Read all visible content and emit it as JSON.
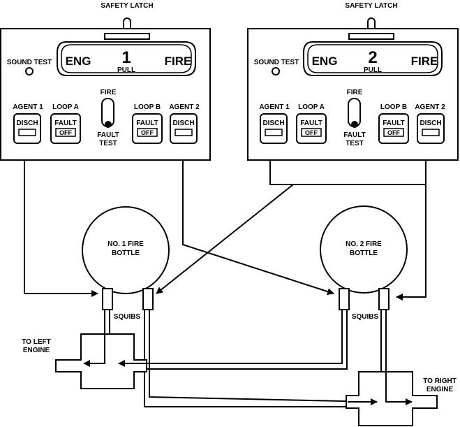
{
  "panel_1": {
    "safety_latch": "SAFETY LATCH",
    "sound_test": "SOUND TEST",
    "handle_left": "ENG",
    "handle_number": "1",
    "handle_right": "FIRE",
    "handle_pull": "PULL",
    "agent_1": "AGENT 1",
    "loop_a": "LOOP A",
    "fire": "FIRE",
    "loop_b": "LOOP B",
    "agent_2": "AGENT 2",
    "disch_1": "DISCH",
    "fault_a": "FAULT",
    "off_a": "OFF",
    "fault_test": "FAULT",
    "test": "TEST",
    "fault_b": "FAULT",
    "off_b": "OFF",
    "disch_2": "DISCH"
  },
  "panel_2": {
    "safety_latch": "SAFETY LATCH",
    "sound_test": "SOUND TEST",
    "handle_left": "ENG",
    "handle_number": "2",
    "handle_right": "FIRE",
    "handle_pull": "PULL",
    "agent_1": "AGENT 1",
    "loop_a": "LOOP A",
    "fire": "FIRE",
    "loop_b": "LOOP B",
    "agent_2": "AGENT 2",
    "disch_1": "DISCH",
    "fault_a": "FAULT",
    "off_a": "OFF",
    "fault_test": "FAULT",
    "test": "TEST",
    "fault_b": "FAULT",
    "off_b": "OFF",
    "disch_2": "DISCH"
  },
  "bottle_1": {
    "line1": "NO. 1 FIRE",
    "line2": "BOTTLE",
    "squibs": "SQUIBS"
  },
  "bottle_2": {
    "line1": "NO. 2 FIRE",
    "line2": "BOTTLE",
    "squibs": "SQUIBS"
  },
  "left_engine": {
    "line1": "TO LEFT",
    "line2": "ENGINE"
  },
  "right_engine": {
    "line1": "TO RIGHT",
    "line2": "ENGINE"
  }
}
